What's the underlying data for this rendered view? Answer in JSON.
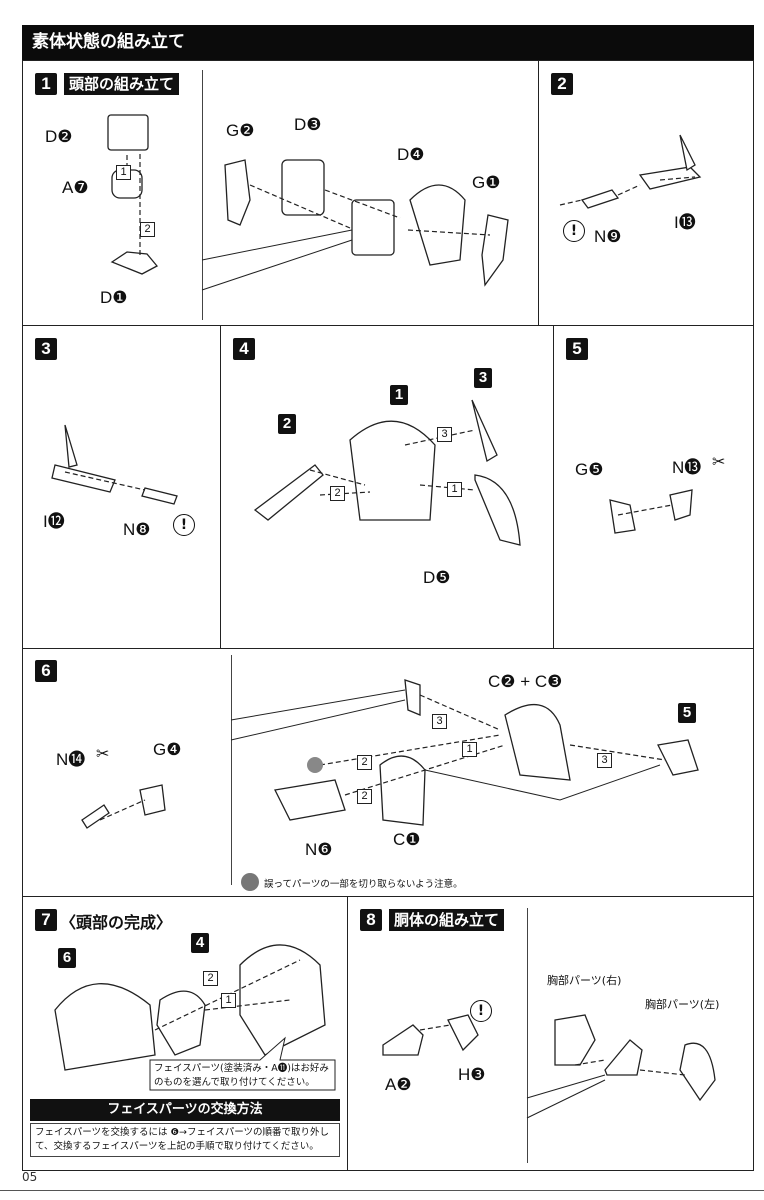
{
  "header": {
    "title": "素体状態の組み立て"
  },
  "page_number": "05",
  "steps": {
    "s1": {
      "num": "1",
      "title": "頭部の組み立て",
      "labels": [
        "D❷",
        "A❼",
        "D❶",
        "G❷",
        "D❸",
        "D❹",
        "G❶"
      ],
      "refs": [
        "1",
        "2"
      ]
    },
    "s2": {
      "num": "2",
      "labels": [
        "N❾",
        "I⓭"
      ],
      "caution": "!"
    },
    "s3": {
      "num": "3",
      "labels": [
        "I⓬",
        "N❽"
      ],
      "caution": "!"
    },
    "s4": {
      "num": "4",
      "sub_badges": [
        "2",
        "1",
        "3"
      ],
      "labels": [
        "D❺"
      ],
      "refs": [
        "3",
        "2",
        "1"
      ]
    },
    "s5": {
      "num": "5",
      "labels": [
        "G❺",
        "N⓭"
      ]
    },
    "s6": {
      "num": "6",
      "labels": [
        "N⓮",
        "G❹",
        "C❷ + C❸",
        "N❻",
        "C❶"
      ],
      "sub_badge": "5",
      "refs": [
        "3",
        "2",
        "1",
        "2",
        "3"
      ],
      "note": "誤ってパーツの一部を切り取らないよう注意。"
    },
    "s7": {
      "num": "7",
      "title": "〈頭部の完成〉",
      "sub_badges": [
        "6",
        "4"
      ],
      "refs": [
        "2",
        "1"
      ],
      "callout": "フェイスパーツ(塗装済み・A⓫)はお好みのものを選んで取り付けてください。",
      "section_title": "フェイスパーツの交換方法",
      "section_body": "フェイスパーツを交換するには ❻→フェイスパーツの順番で取り外して、交換するフェイスパーツを上記の手順で取り付けてください。"
    },
    "s8": {
      "num": "8",
      "title": "胴体の組み立て",
      "labels": [
        "A❷",
        "H❸"
      ],
      "caution": "!",
      "chest_right": "胸部パーツ(右)",
      "chest_left": "胸部パーツ(左)"
    }
  }
}
